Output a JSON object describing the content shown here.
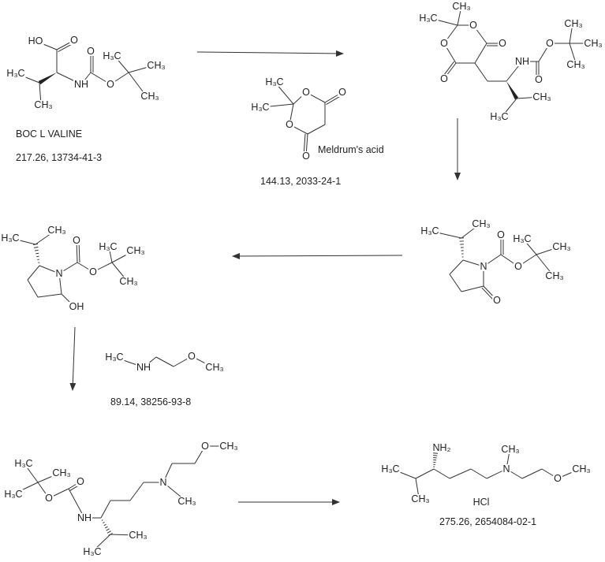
{
  "molecules": {
    "boc_valine": {
      "atoms": [
        "HO",
        "O",
        "H₃C",
        "CH₃",
        "NH",
        "O",
        "O",
        "H₃C",
        "CH₃",
        "CH₃"
      ],
      "name": "BOC L VALINE",
      "caption": "217.26, 13734-41-3"
    },
    "meldrums_acid": {
      "atoms": [
        "H₃C",
        "H₃C",
        "O",
        "O",
        "O",
        "O"
      ],
      "name": "Meldrum's acid",
      "caption": "144.13, 2033-24-1"
    },
    "meldrum_adduct": {
      "atoms": [
        "CH₃",
        "H₃C",
        "O",
        "O",
        "O",
        "O",
        "NH",
        "O",
        "O",
        "CH₃",
        "CH₃",
        "CH₃",
        "CH₃",
        "H₃C"
      ]
    },
    "pyrrolidinone": {
      "atoms": [
        "H₃C",
        "CH₃",
        "N",
        "O",
        "O",
        "O",
        "H₃C",
        "CH₃",
        "CH₃"
      ]
    },
    "hydroxypyrrolidine": {
      "atoms": [
        "H₃C",
        "CH₃",
        "N",
        "OH",
        "O",
        "O",
        "H₃C",
        "CH₃",
        "CH₃"
      ]
    },
    "methoxyethylmethylamine": {
      "atoms": [
        "H₃C",
        "NH",
        "O",
        "CH₃"
      ],
      "caption": "89.14, 38256-93-8"
    },
    "boc_diamine": {
      "atoms": [
        "H₃C",
        "CH₃",
        "H₃C",
        "O",
        "O",
        "NH",
        "N",
        "CH₃",
        "O",
        "CH₃",
        "CH₃",
        "H₃C"
      ]
    },
    "product": {
      "atoms": [
        "NH₂",
        "H₃C",
        "CH₃",
        "N",
        "CH₃",
        "O",
        "CH₃"
      ],
      "salt": "HCl",
      "caption": "275.26, 2654084-02-1"
    }
  },
  "colors": {
    "ink": "#222222",
    "background": "#ffffff"
  }
}
